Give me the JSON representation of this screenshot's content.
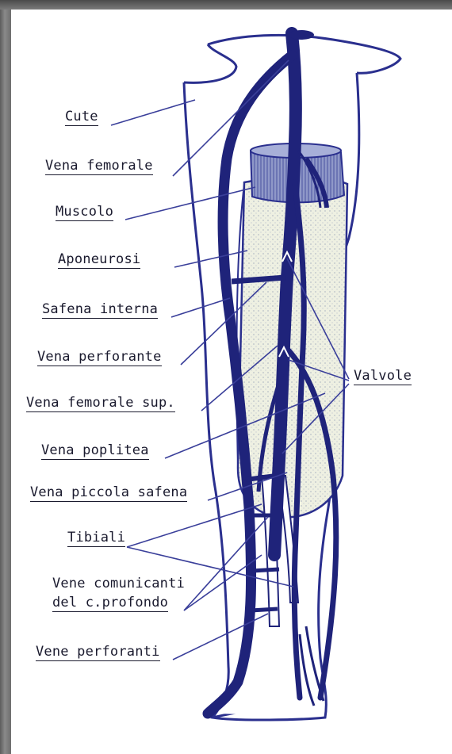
{
  "figure": {
    "labels": {
      "cute": "Cute",
      "vena_femorale": "Vena femorale",
      "muscolo": "Muscolo",
      "aponeurosi": "Aponeurosi",
      "safena_interna": "Safena interna",
      "vena_perforante": "Vena perforante",
      "vena_femorale_sup": "Vena femorale sup.",
      "vena_poplitea": "Vena poplitea",
      "vena_piccola_safena": "Vena piccola safena",
      "tibiali": "Tibiali",
      "vene_comunicanti_1": "Vene comunicanti",
      "vene_comunicanti_2": "del c.profondo",
      "vene_perforanti": "Vene perforanti",
      "valvole": "Valvole"
    },
    "colors": {
      "vein": "#1f237a",
      "outline": "#2a2f8e",
      "tissue": "#e6ead8",
      "leader": "#3a3f9a"
    }
  }
}
